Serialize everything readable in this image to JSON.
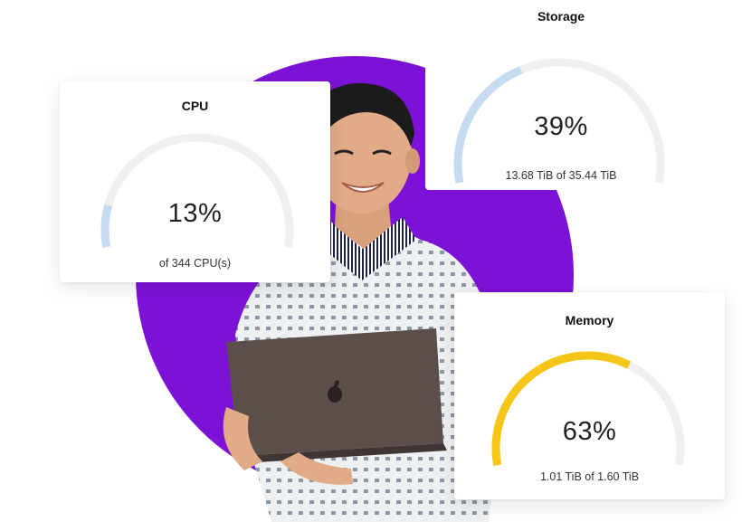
{
  "cpu": {
    "title": "CPU",
    "percent_label": "13%",
    "percent": 0.13,
    "subtitle": "of 344 CPU(s)",
    "color": "#c5dcf0"
  },
  "storage": {
    "title": "Storage",
    "percent_label": "39%",
    "percent": 0.39,
    "subtitle": "13.68 TiB of 35.44 TiB",
    "color": "#c5dcf0"
  },
  "memory": {
    "title": "Memory",
    "percent_label": "63%",
    "percent": 0.63,
    "subtitle": "1.01 TiB of 1.60 TiB",
    "color": "#f5c518"
  },
  "colors": {
    "accent_purple": "#7c12d6",
    "track": "#f0f0f0"
  },
  "icons": {
    "laptop_logo": "apple-logo-icon"
  }
}
